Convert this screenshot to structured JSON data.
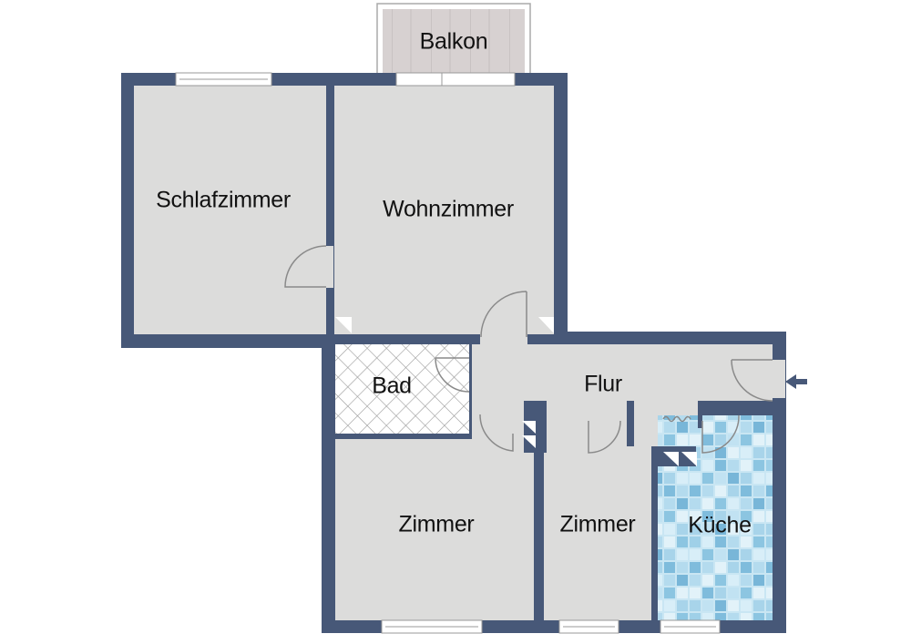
{
  "colors": {
    "wall": "#475878",
    "floor": "#dcdcdb",
    "balcony": "#d6d0d0",
    "kitchen_tile_base": "#c8e6f2",
    "kitchen_tile_dark": "#7fbcdc",
    "bath_hatch": "#9a9a9a",
    "door_line": "#8a8a8a",
    "text": "#111111"
  },
  "rooms": [
    {
      "id": "balkon",
      "label": "Balkon"
    },
    {
      "id": "schlafzimmer",
      "label": "Schlafzimmer"
    },
    {
      "id": "wohnzimmer",
      "label": "Wohnzimmer"
    },
    {
      "id": "bad",
      "label": "Bad"
    },
    {
      "id": "flur",
      "label": "Flur"
    },
    {
      "id": "zimmer1",
      "label": "Zimmer"
    },
    {
      "id": "zimmer2",
      "label": "Zimmer"
    },
    {
      "id": "kueche",
      "label": "Küche"
    }
  ],
  "entrance": {
    "icon": "arrow-left-icon"
  }
}
